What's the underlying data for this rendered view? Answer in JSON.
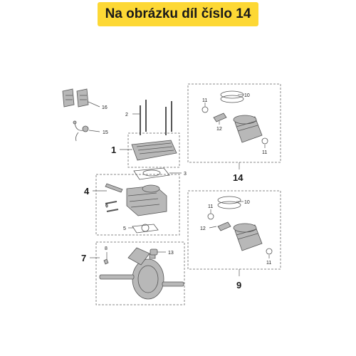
{
  "header": {
    "title": "Na obrázku díl číslo 14",
    "banner_color": "#fdd835"
  },
  "diagram": {
    "line_color": "#555555",
    "box_color": "#888888",
    "part_fill": "#b8b8b8",
    "callouts": {
      "p1": "1",
      "p2": "2",
      "p3": "3",
      "p4": "4",
      "p5": "5",
      "p6": "6",
      "p7": "7",
      "p8": "8",
      "p9": "9",
      "p10_top": "10",
      "p10_bottom": "10",
      "p11_top_left": "11",
      "p11_top_right": "11",
      "p11_bottom_left": "11",
      "p11_bottom_right": "11",
      "p12_top": "12",
      "p12_bottom": "12",
      "p13": "13",
      "p14": "14",
      "p15": "15",
      "p16": "16"
    }
  }
}
